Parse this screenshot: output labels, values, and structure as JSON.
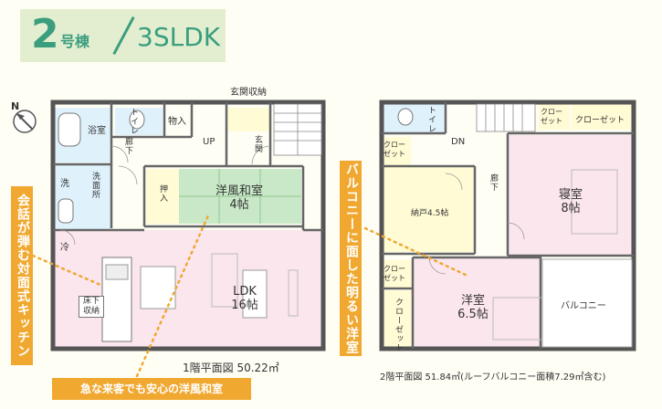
{
  "header": {
    "building_number": "2",
    "building_suffix": "号棟",
    "layout_type": "3SLDK"
  },
  "floor1": {
    "rooms": {
      "bath": "浴室",
      "toilet": "トイレ",
      "storage": "物入",
      "closet_entrance": "玄関収納",
      "entrance": "玄関",
      "hall": "廊下",
      "up": "UP",
      "wash": "洗",
      "washroom": "洗面所",
      "fridge": "冷",
      "oshiire": "押入",
      "japanese": "洋風和室\n4帖",
      "floor_storage": "床下\n収納",
      "ldk": "LDK\n16帖"
    },
    "caption": "1階平面図 50.22㎡"
  },
  "floor2": {
    "rooms": {
      "toilet": "トイレ",
      "closet_a": "クロー\nゼット",
      "closet_b": "クローゼット",
      "closet_c": "クロー\nゼット",
      "closet_d": "クロー\nゼット",
      "closet_e": "クローゼット",
      "dn": "DN",
      "hall": "廊下",
      "bedroom": "寝室\n8帖",
      "nando": "納戸4.5帖",
      "western": "洋室\n6.5帖",
      "balcony": "バルコニー"
    },
    "caption": "2階平面図 51.84㎡(ルーフバルコニー面積7.29㎡含む)"
  },
  "banners": {
    "kitchen": "会話が弾む対面式キッチン",
    "balcony": "バルコニーに面した明るい洋室",
    "japanese": "急な来客でも安心の洋風和室"
  },
  "compass": {
    "north_label": "N"
  },
  "colors": {
    "accent": "#3a9e7e",
    "banner": "#f0a830",
    "pink": "#fbe6ee",
    "green": "#c9e8c8",
    "yellow": "#fffbd5",
    "blue": "#dff1fb"
  }
}
